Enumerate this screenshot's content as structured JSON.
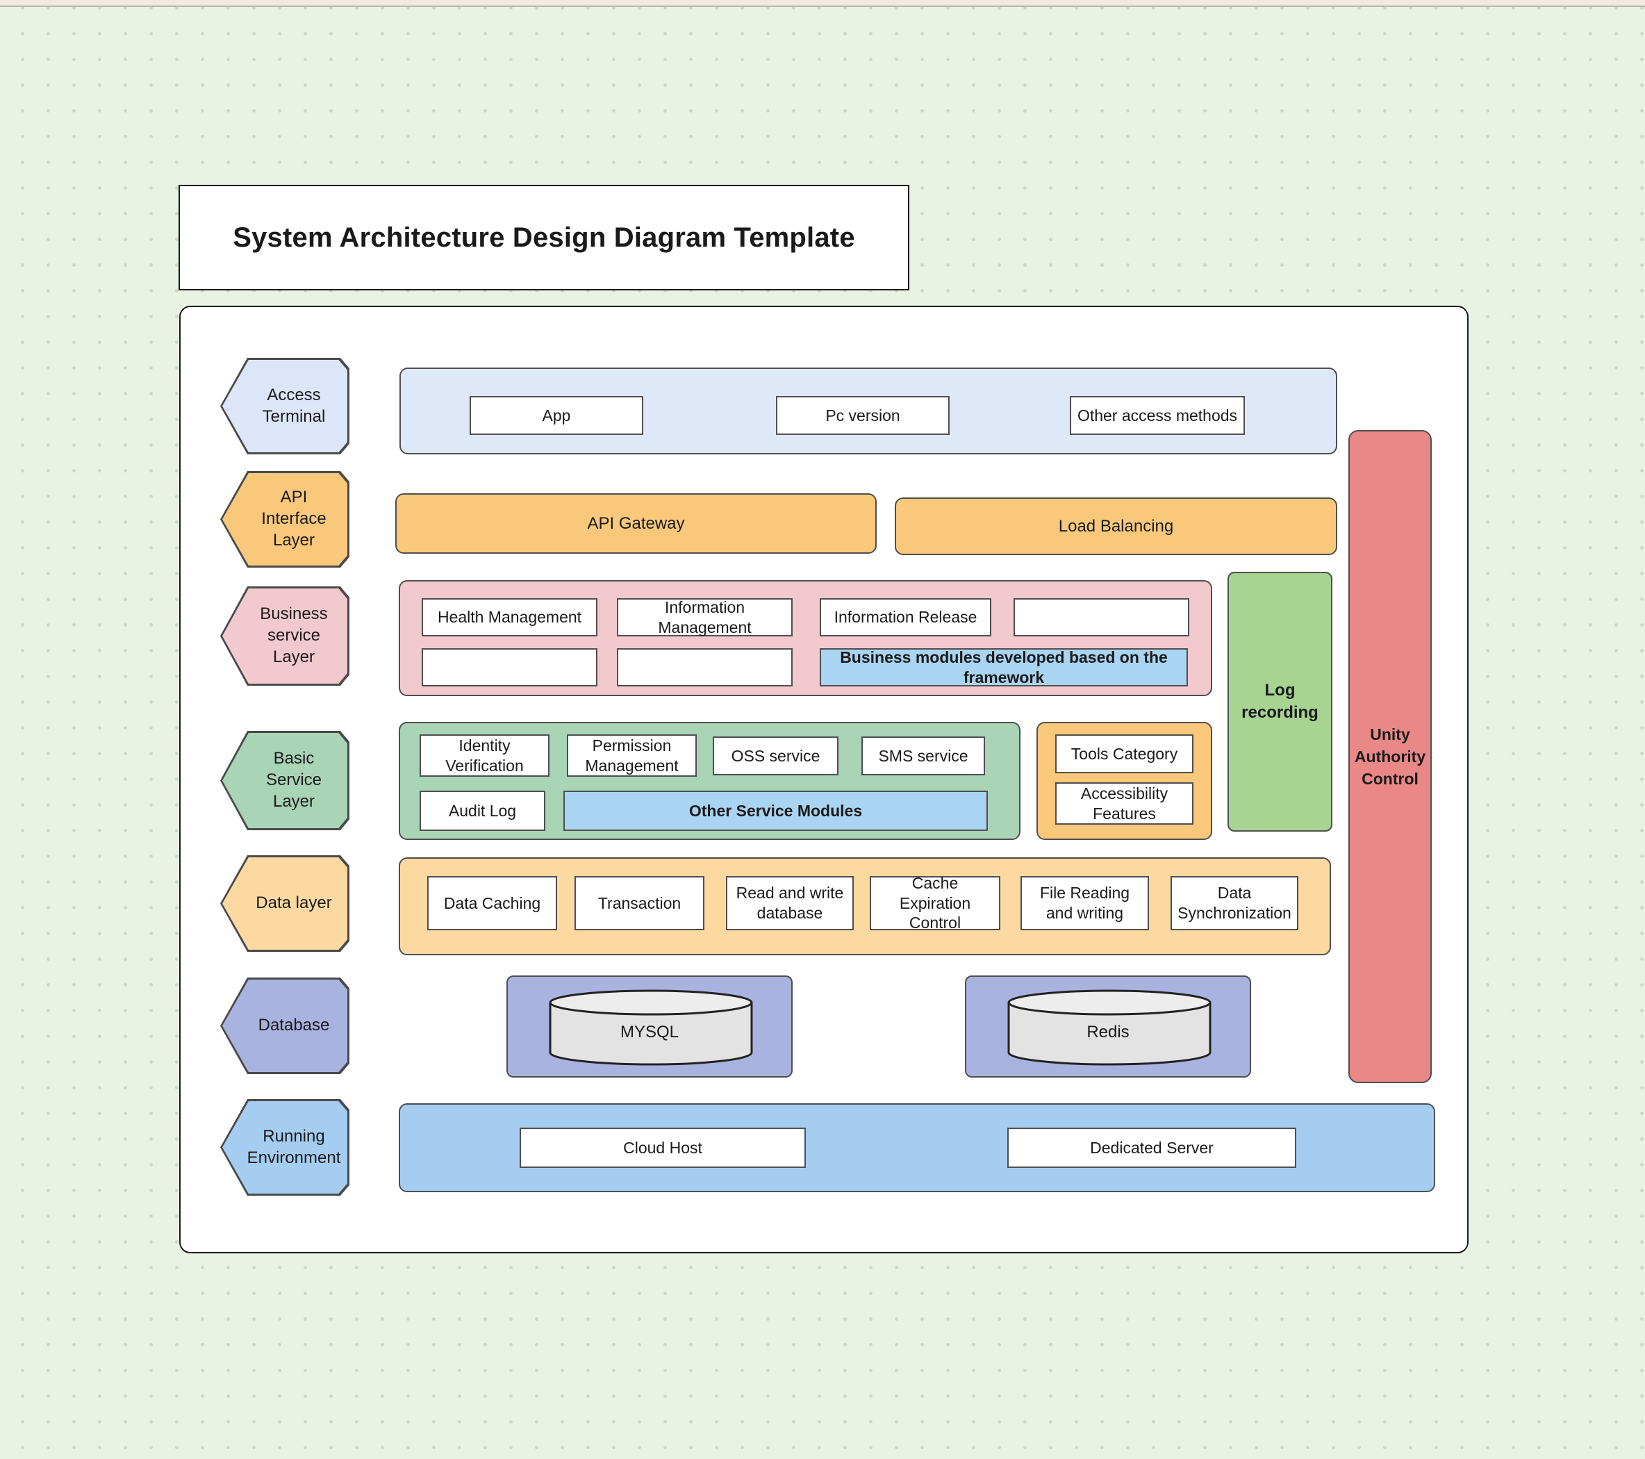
{
  "title": "System Architecture Design Diagram Template",
  "colors": {
    "access_blue": "#dfe8f8",
    "api_orange": "#f9c87b",
    "business_pink": "#f3c9d0",
    "basic_green": "#a9d4b6",
    "data_tan": "#fbd9a1",
    "database_periwinkle": "#a9b3e0",
    "running_blue": "#a5cdf2",
    "highlight_blue": "#a9d4f2",
    "log_green": "#a7d491",
    "unity_red": "#ea8787"
  },
  "layers": {
    "access": "Access Terminal",
    "api": "API Interface Layer",
    "business": "Business service Layer",
    "basic": "Basic Service Layer",
    "data": "Data layer",
    "database": "Database",
    "running": "Running Environment"
  },
  "access_row": {
    "app": "App",
    "pc": "Pc version",
    "other": "Other access methods"
  },
  "api_row": {
    "gateway": "API Gateway",
    "load_balancing": "Load Balancing"
  },
  "business_row": {
    "health": "Health Management",
    "information_management": "Information Management",
    "information_release": "Information Release",
    "highlight": "Business modules developed based on the framework"
  },
  "basic_row": {
    "identity": "Identity Verification",
    "permission": "Permission Management",
    "oss": "OSS service",
    "sms": "SMS service",
    "audit": "Audit Log",
    "highlight": "Other Service Modules"
  },
  "tools_group": {
    "tools": "Tools Category",
    "accessibility": "Accessibility Features"
  },
  "log_recording": "Log recording",
  "data_row": {
    "caching": "Data Caching",
    "transaction": "Transaction",
    "read_write": "Read and write database",
    "cache_expiration": "Cache Expiration Control",
    "file_rw": "File Reading and writing",
    "sync": "Data Synchronization"
  },
  "database_row": {
    "mysql": "MYSQL",
    "redis": "Redis"
  },
  "running_row": {
    "cloud": "Cloud Host",
    "dedicated": "Dedicated Server"
  },
  "unity": "Unity Authority Control"
}
